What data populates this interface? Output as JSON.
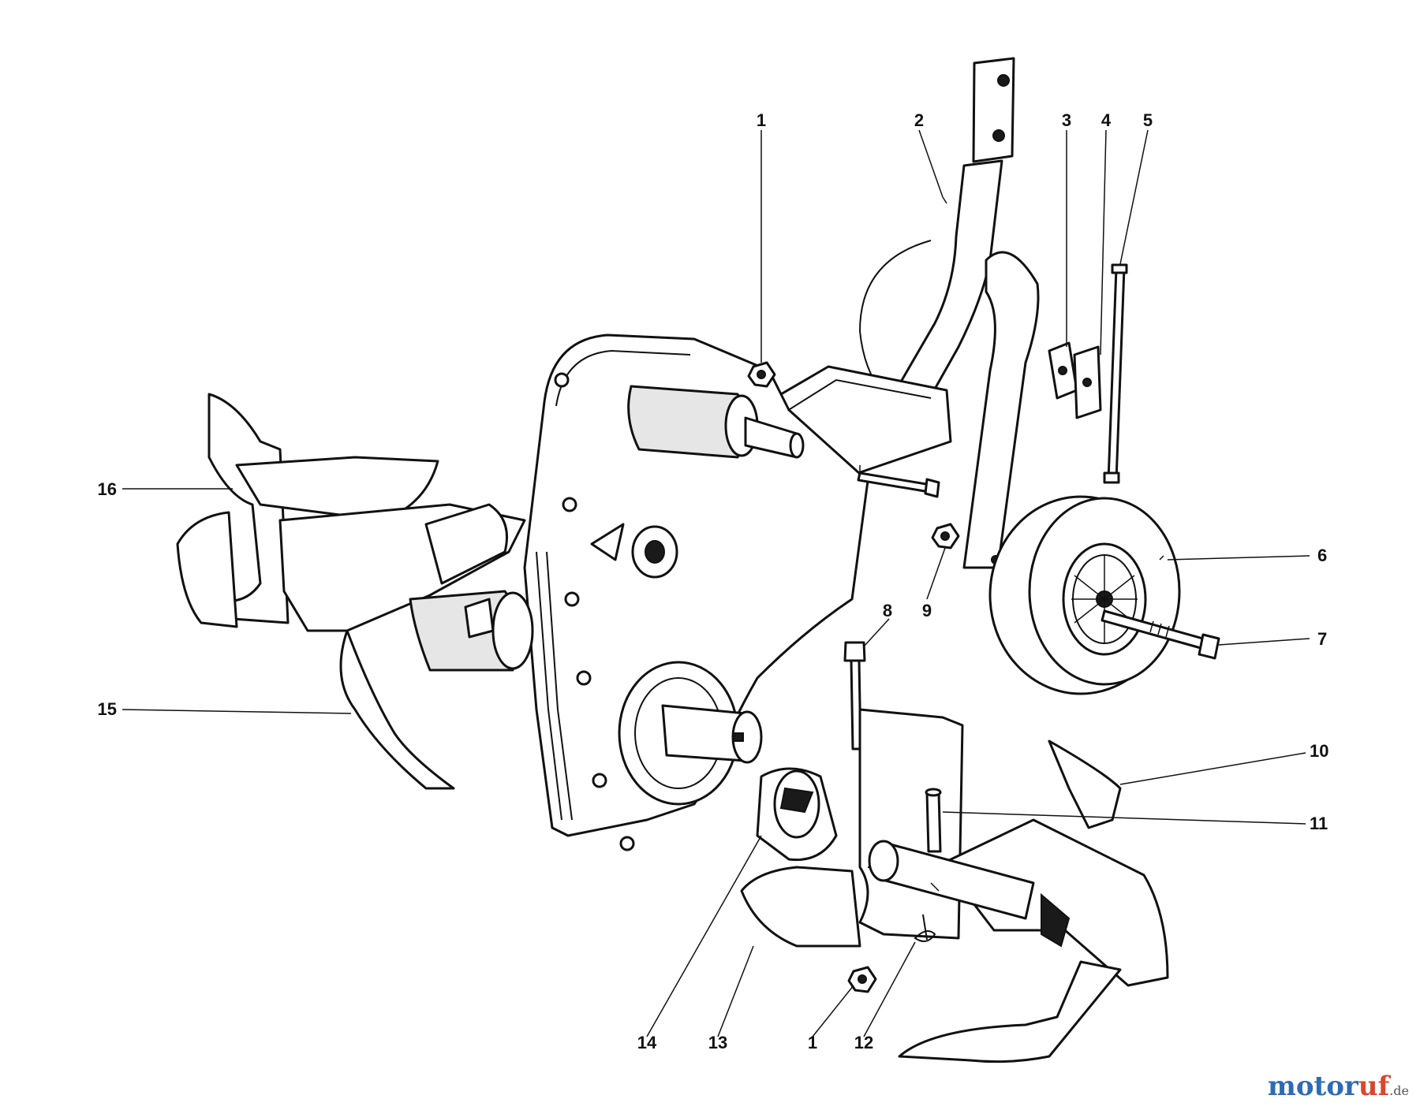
{
  "diagram": {
    "callouts": [
      "1",
      "2",
      "3",
      "4",
      "5",
      "6",
      "7",
      "8",
      "9",
      "10",
      "11",
      "12",
      "13",
      "14",
      "15",
      "16",
      "1"
    ]
  },
  "watermark": {
    "brand_main": "motor",
    "brand_accent": "uf",
    "brand_tld": ".de",
    "colors": {
      "main": "#2e6bb5",
      "accent": "#d9482b"
    }
  }
}
